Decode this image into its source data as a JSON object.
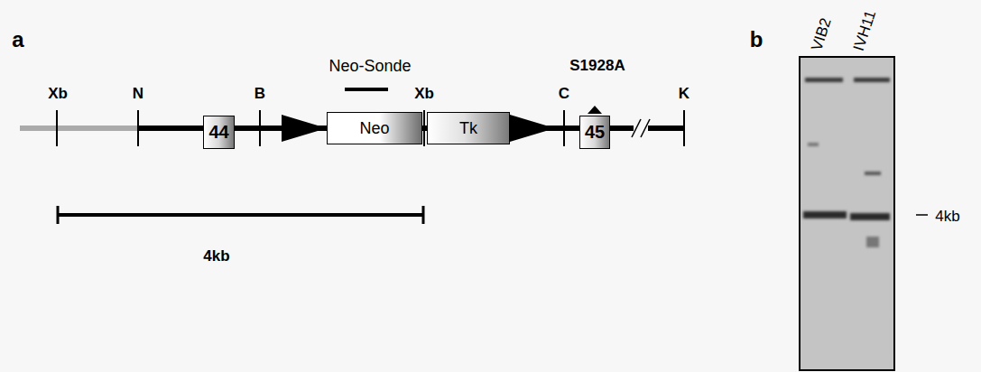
{
  "diagram": {
    "nodes": [
      {
        "text": [
          "44"
        ]
      },
      {
        "text": [
          "Neo"
        ]
      },
      {
        "text": [
          "Tk"
        ]
      },
      {
        "text": [
          "45"
        ]
      }
    ],
    "labels": [
      "a",
      "b",
      "Neo-Sonde",
      "S1928A",
      "Xb",
      "N",
      "B",
      "Xb",
      "C",
      "K",
      "4kb",
      "VIB2",
      "IVH11",
      "4kb"
    ]
  }
}
